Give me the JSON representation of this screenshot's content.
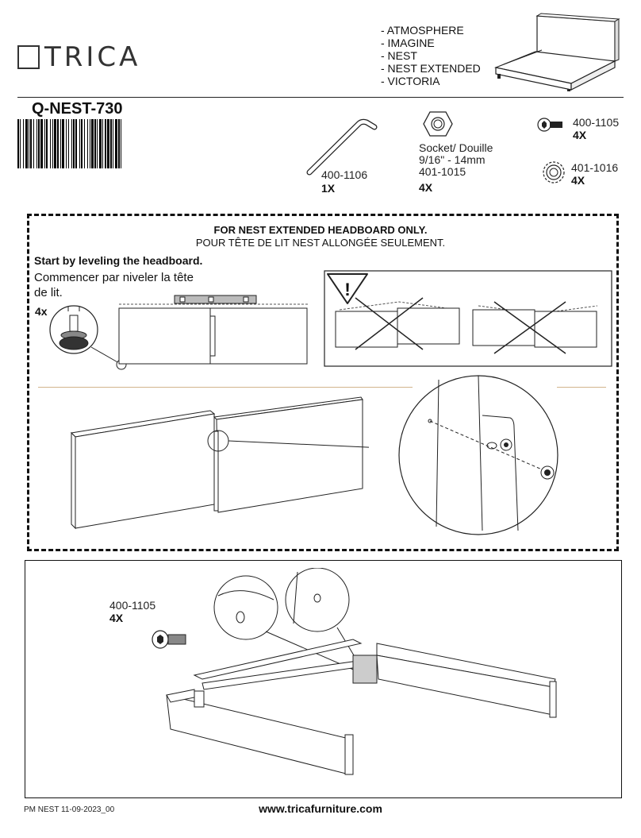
{
  "brand": "TRICA",
  "models": [
    "- ATMOSPHERE",
    "- IMAGINE",
    "- NEST",
    "- NEST EXTENDED",
    "- VICTORIA"
  ],
  "product_code": "Q-NEST-730",
  "parts": {
    "allen_key": {
      "code": "400-1106",
      "qty": "1X"
    },
    "nut": {
      "label1": "Socket/ Douille",
      "label2": "9/16\" - 14mm",
      "code": "401-1015",
      "qty": "4X"
    },
    "bolt": {
      "code": "400-1105",
      "qty": "4X"
    },
    "washer": {
      "code": "401-1016",
      "qty": "4X"
    }
  },
  "step1": {
    "heading_en": "FOR NEST EXTENDED HEADBOARD ONLY.",
    "heading_fr": "POUR TÊTE DE LIT NEST ALLONGÉE SEULEMENT.",
    "instruction_en": "Start by leveling the headboard.",
    "instruction_fr": "Commencer par niveler la tête de lit.",
    "foot_qty": "4x",
    "warning_symbol": "!"
  },
  "step2": {
    "bolt_code": "400-1105",
    "bolt_qty": "4X"
  },
  "footer": {
    "doc_ref": "PM NEST 11-09-2023_00",
    "url": "www.tricafurniture.com"
  }
}
